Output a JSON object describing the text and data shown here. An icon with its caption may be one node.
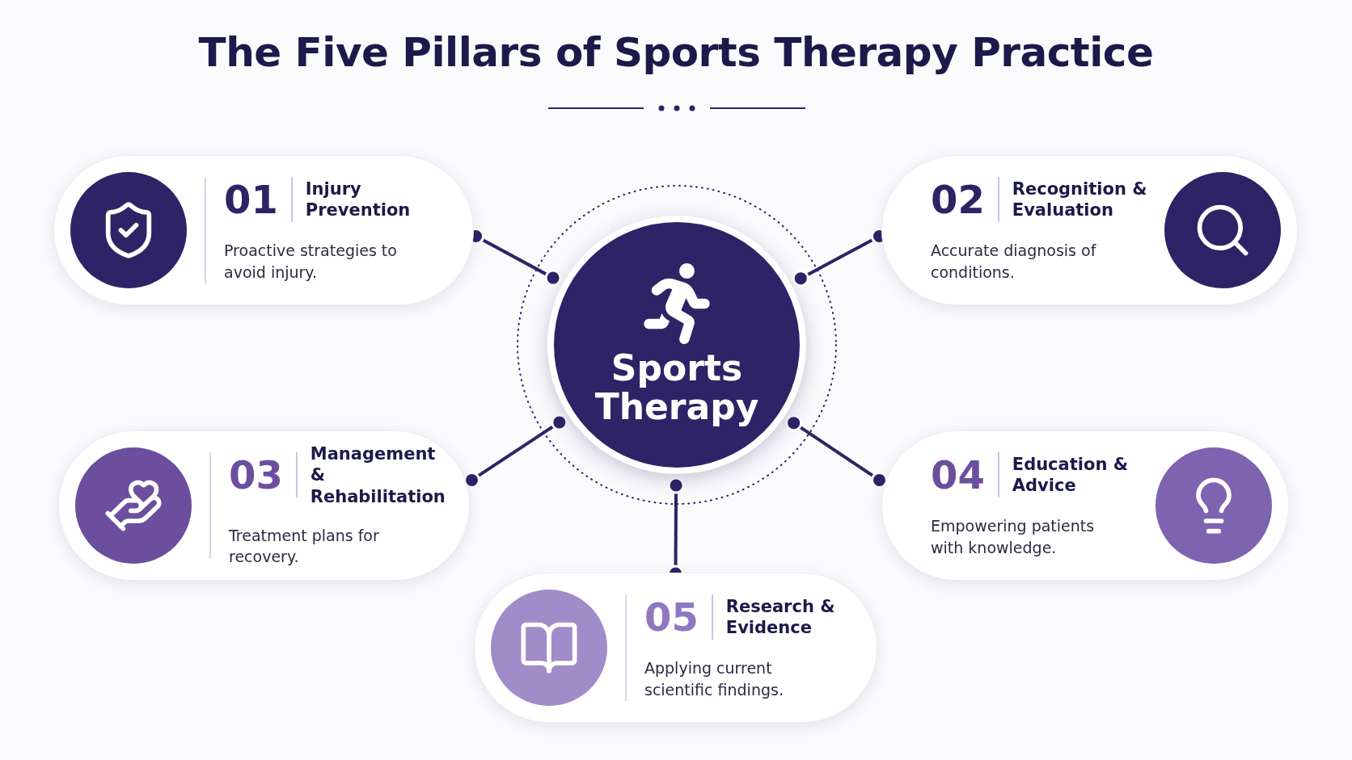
{
  "diagram": {
    "title": "The Five Pillars of Sports Therapy Practice",
    "nodes": [
      {
        "text": [
          "Sports Therapy"
        ]
      },
      {
        "text": [
          "01",
          "Injury Prevention",
          "Proactive strategies to avoid injury."
        ]
      },
      {
        "text": [
          "02",
          "Recognition & Evaluation",
          "Accurate diagnosis of conditions."
        ]
      },
      {
        "text": [
          "03",
          "Management & Rehabilitation",
          "Treatment plans for recovery."
        ]
      },
      {
        "text": [
          "04",
          "Education & Advice",
          "Empowering patients with knowledge."
        ]
      },
      {
        "text": [
          "05",
          "Research & Evidence",
          "Applying current scientific findings."
        ]
      }
    ],
    "edges": [
      {
        "from": 0,
        "to": 1,
        "arrow": "other"
      },
      {
        "from": 0,
        "to": 2,
        "arrow": "other"
      },
      {
        "from": 0,
        "to": 3,
        "arrow": "other"
      },
      {
        "from": 0,
        "to": 4,
        "arrow": "other"
      },
      {
        "from": 0,
        "to": 5,
        "arrow": "other"
      }
    ]
  }
}
